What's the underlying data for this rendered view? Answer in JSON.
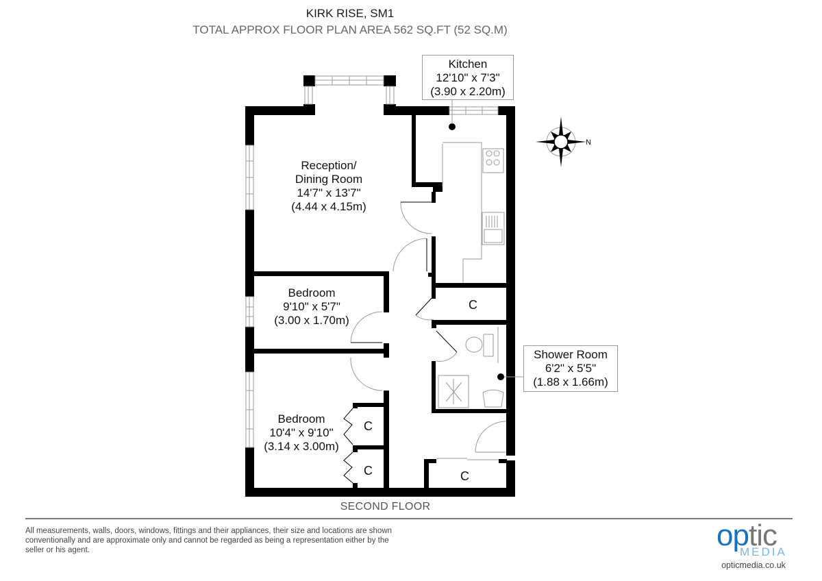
{
  "header": {
    "title": "KIRK RISE, SM1",
    "subtitle": "TOTAL APPROX FLOOR PLAN AREA 562 SQ.FT (52 SQ.M)"
  },
  "rooms": {
    "reception": {
      "name_line1": "Reception/",
      "name_line2": "Dining Room",
      "imperial": "14'7\" x 13'7\"",
      "metric": "(4.44 x 4.15m)"
    },
    "kitchen": {
      "name": "Kitchen",
      "imperial": "12'10\" x 7'3\"",
      "metric": "(3.90 x 2.20m)"
    },
    "bedroom1": {
      "name": "Bedroom",
      "imperial": "9'10\" x 5'7\"",
      "metric": "(3.00 x 1.70m)"
    },
    "bedroom2": {
      "name": "Bedroom",
      "imperial": "10'4\" x 9'10\"",
      "metric": "(3.14 x 3.00m)"
    },
    "shower": {
      "name": "Shower Room",
      "imperial": "6'2\" x 5'5\"",
      "metric": "(1.88 x 1.66m)"
    }
  },
  "cupboards": {
    "label": "C"
  },
  "compass": {
    "north_label": "N"
  },
  "floor_label": "SECOND FLOOR",
  "disclaimer": "All measurements, walls, doors, windows, fittings and their appliances, their size and locations are shown conventionally and are approximate only and cannot be regarded as being a representation either by the seller or his agent.",
  "logo": {
    "word_o": "o",
    "word_p": "p",
    "word_t": "t",
    "word_i": "i",
    "word_c": "c",
    "sub": "MEDIA",
    "url": "opticmedia.co.uk"
  },
  "colors": {
    "wall": "#000000",
    "fixture": "#9a9a9a",
    "logo_blue": "#1a73b8",
    "logo_grey": "#777777"
  }
}
